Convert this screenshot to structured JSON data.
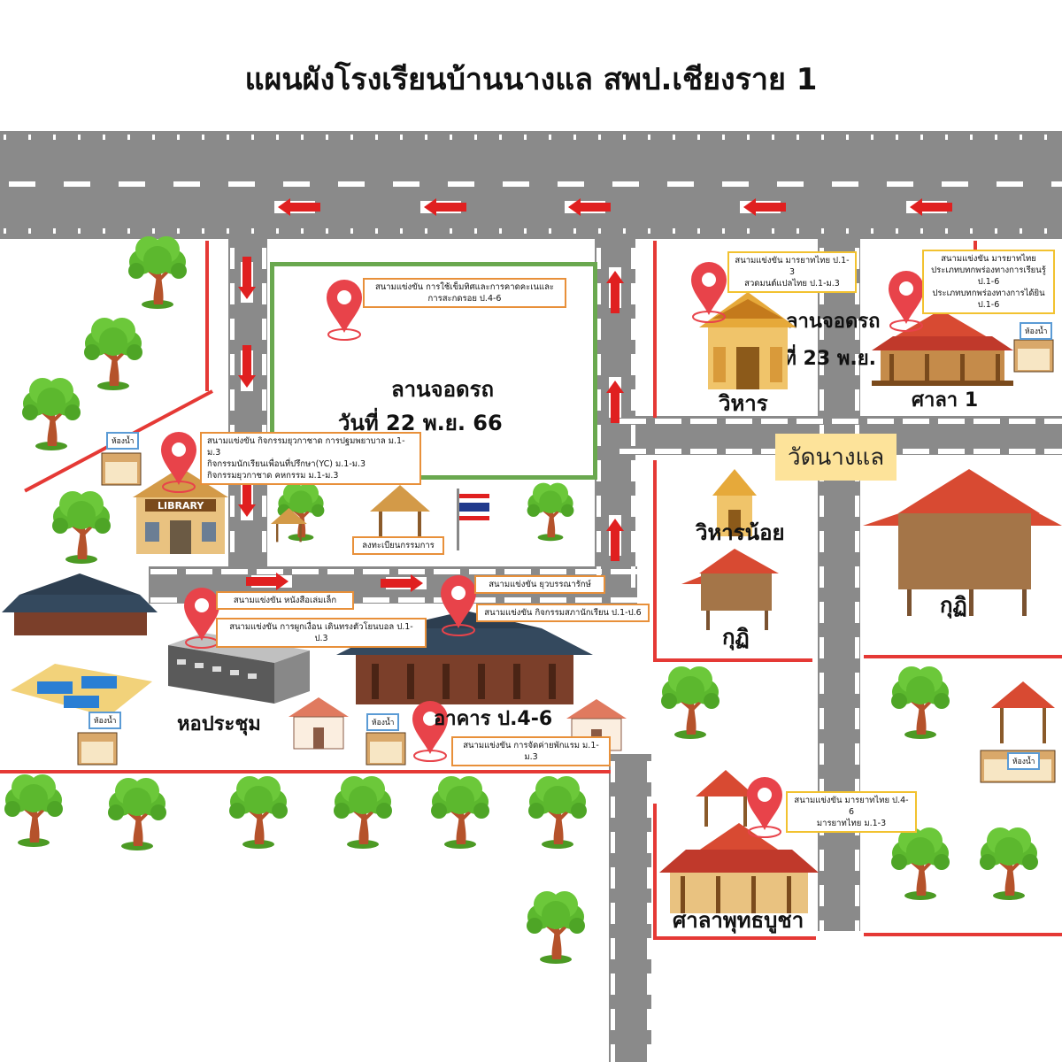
{
  "title": "แผนผังโรงเรียนบ้านนางแล สพป.เชียงราย 1",
  "parking1": {
    "line1": "ลานจอดรถ",
    "line2": "วันที่ 22 พ.ย. 66"
  },
  "parking2": {
    "line1": "ลานจอดรถ",
    "line2": "วันที่ 23 พ.ย. 66"
  },
  "temple_sign": "วัดนางแล",
  "buildings": {
    "vihara": "วิหาร",
    "sala1": "ศาลา 1",
    "vihara_noi": "วิหารน้อย",
    "kuti_left": "กุฏิ",
    "kuti_right": "กุฏิ",
    "meeting_hall": "หอประชุม",
    "building_p46": "อาคาร ป.4-6",
    "sala_buddha": "ศาลาพุทธบูชา",
    "registration": "ลงทะเบียนกรรมการ",
    "library_sign": "LIBRARY"
  },
  "restroom_label": "ห้องน้ำ",
  "venues": {
    "compass": {
      "line1": "สนามแข่งขัน การใช้เข็มทิศและการคาดคะเนและ",
      "line2": "การสะกดรอย ป.4-6"
    },
    "scout": {
      "line1": "สนามแข่งขัน กิจกรรมยุวกาชาด การปฐมพยาบาล ม.1-ม.3",
      "line2": "กิจกรรมนักเรียนเพื่อนที่ปรึกษา(YC) ม.1-ม.3",
      "line3": "กิจกรรมยุวกาชาด คหกรรม ม.1-ม.3"
    },
    "book": "สนามแข่งขัน หนังสือเล่มเล็ก",
    "knot": "สนามแข่งขัน การผูกเงื่อน เดินทรงตัวโยนบอล ป.1-ป.3",
    "yuwa": "สนามแข่งขัน ยุวบรรณารักษ์",
    "council": "สนามแข่งขัน กิจกรรมสภานักเรียน ป.1-ป.6",
    "camp": "สนามแข่งขัน การจัดค่ายพักแรม ม.1-ม.3",
    "manners_vihara": {
      "line1": "สนามแข่งขัน มารยาทไทย ป.1-3",
      "line2": "สวดมนต์แปลไทย ป.1-ม.3"
    },
    "manners_sala": {
      "line1": "สนามแข่งขัน มารยาทไทย",
      "line2": "ประเภทบทกพร่องทางการเรียนรู้ ป.1-6",
      "line3": "ประเภทบทกพร่องทางการได้ยิน ป.1-6"
    },
    "manners_buddha": {
      "line1": "สนามแข่งขัน มารยาทไทย ป.4-6",
      "line2": "มารยาทไทย ม.1-3"
    }
  },
  "colors": {
    "road": "#8a8a8a",
    "boundary": "#e53935",
    "parking_border": "#6aa84f",
    "pin": "#e8434a",
    "tree_leaf": "#5cb82e",
    "tree_trunk": "#b5522b",
    "roof_red": "#d84a32",
    "roof_gold": "#e6a93a"
  },
  "icons": [
    "location-pin-icon",
    "tree-icon",
    "direction-arrow-icon",
    "thai-flag-icon",
    "restroom-icon",
    "house-icon",
    "pavilion-icon"
  ]
}
